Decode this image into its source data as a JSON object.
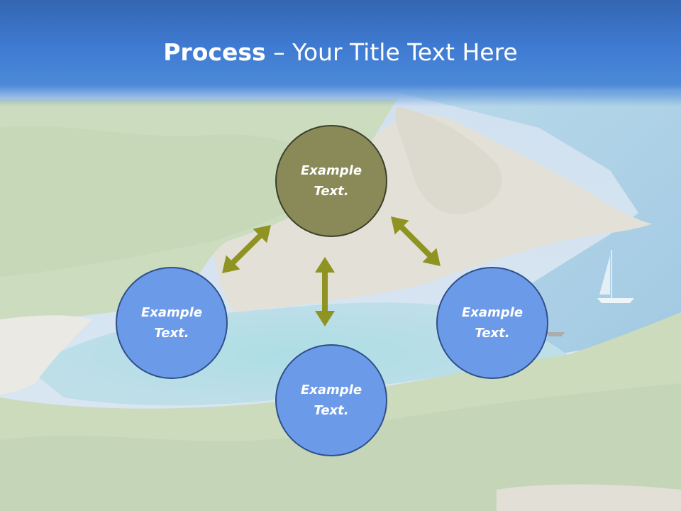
{
  "title": {
    "bold": "Process",
    "rest": " – Your Title Text Here"
  },
  "nodes": [
    {
      "id": "top",
      "text": "Example Text.",
      "fill": "#898a58"
    },
    {
      "id": "left",
      "text": "Example Text.",
      "fill": "#6b9be8"
    },
    {
      "id": "bottom",
      "text": "Example Text.",
      "fill": "#6b9be8"
    },
    {
      "id": "right",
      "text": "Example Text.",
      "fill": "#6b9be8"
    }
  ],
  "arrow_color": "#8f9322",
  "background": "coastal bay landscape photo with green hills and turquoise water"
}
